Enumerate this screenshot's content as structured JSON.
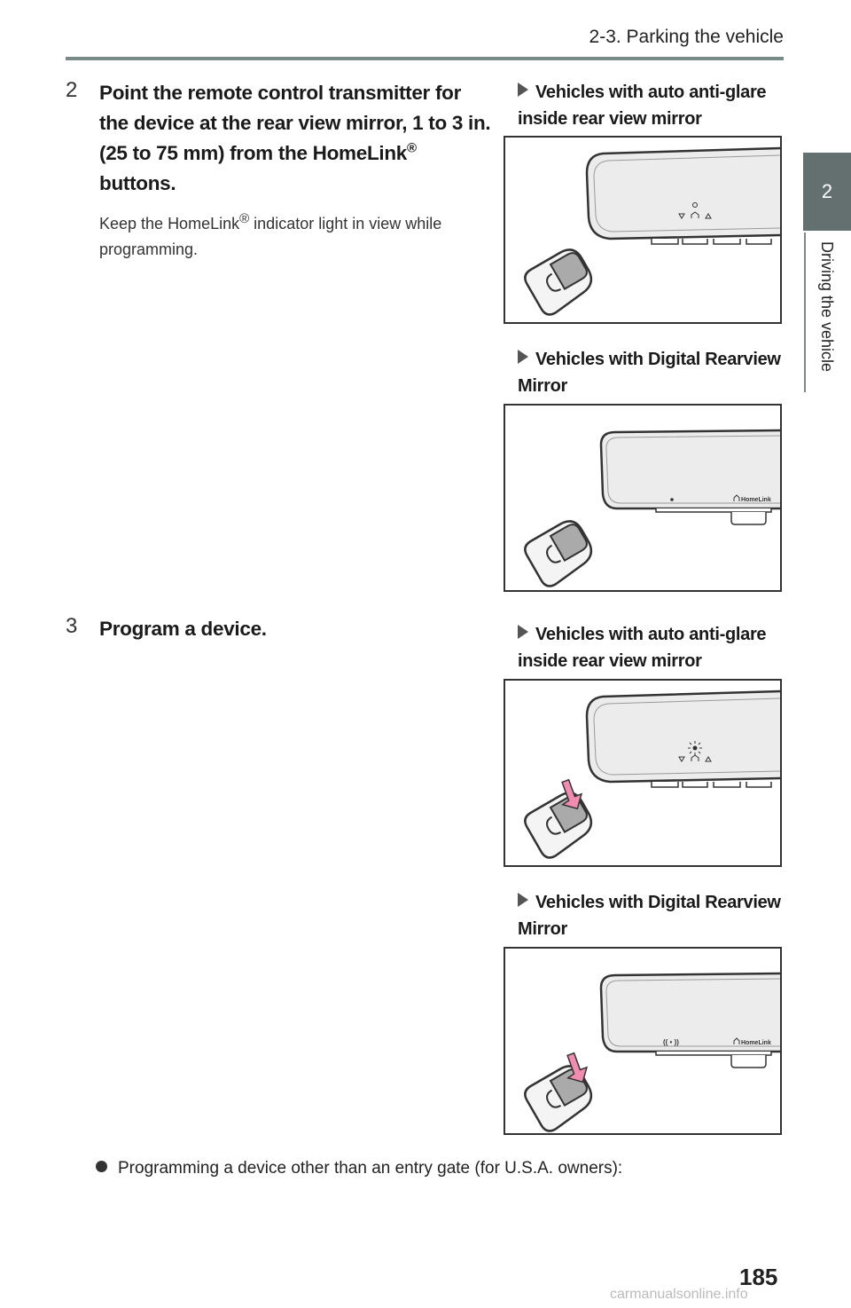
{
  "header": {
    "section_title": "2-3. Parking the vehicle"
  },
  "side_tab": {
    "number": "2",
    "label": "Driving the vehicle"
  },
  "steps": [
    {
      "number": "2",
      "title_a": "Point the remote control transmitter for the device at the rear view mirror, 1 to 3 in. (25 to 75 mm) from the HomeLink",
      "title_b": " buttons.",
      "note_a": "Keep the HomeLink",
      "note_b": " indicator light in view while programming."
    },
    {
      "number": "3",
      "title": "Program a device."
    }
  ],
  "figures": [
    {
      "caption": "Vehicles with auto anti-glare inside rear view mirror",
      "mirror": "anti-glare",
      "pressing": false
    },
    {
      "caption": "Vehicles with Digital Rearview Mirror",
      "mirror": "digital",
      "pressing": false
    },
    {
      "caption": "Vehicles with auto anti-glare inside rear view mirror",
      "mirror": "anti-glare",
      "pressing": true
    },
    {
      "caption": "Vehicles with Digital Rearview Mirror",
      "mirror": "digital",
      "pressing": true
    }
  ],
  "mirror_text": {
    "homelink": "HomeLink",
    "signal": "(( • ))"
  },
  "registered_mark": "®",
  "bullet": "Programming a device other than an entry gate (for U.S.A. owners):",
  "footer": {
    "page_number": "185",
    "watermark": "carmanualsonline.info"
  },
  "colors": {
    "rule": "#7a8a87",
    "tab": "#64706f",
    "press_arrow": "#f08cb0"
  }
}
